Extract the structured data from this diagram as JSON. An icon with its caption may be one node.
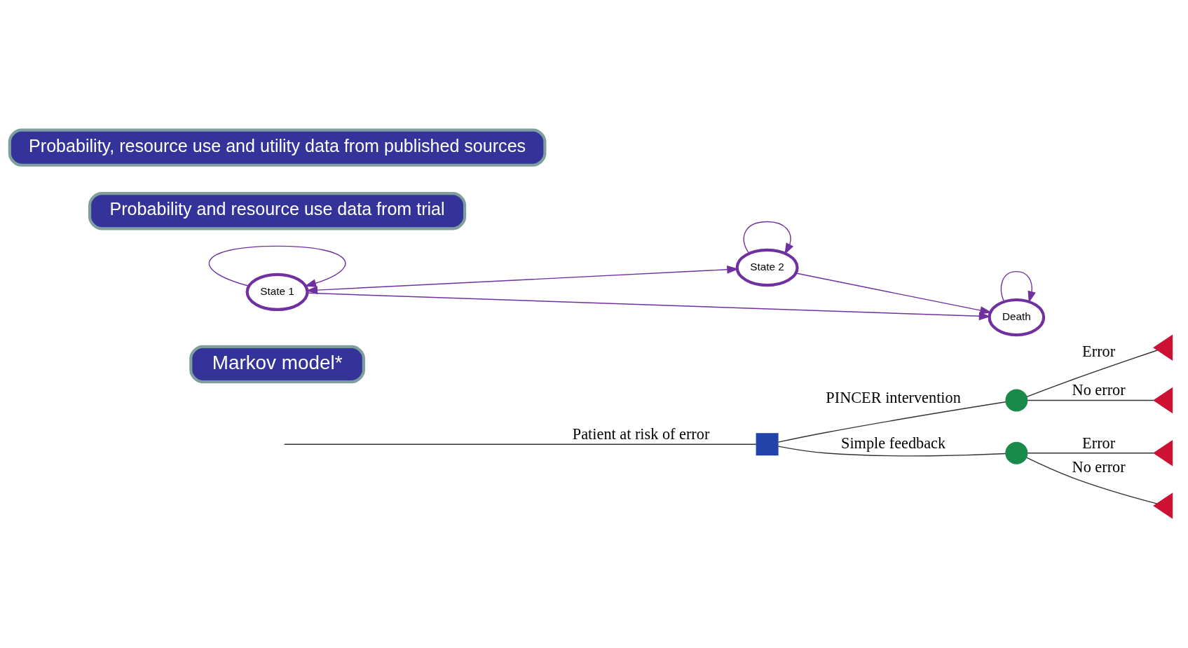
{
  "diagram": {
    "nodes": [
      {
        "text": [],
        "shape": "box"
      },
      {
        "text": [],
        "shape": "circle"
      },
      {
        "text": [],
        "shape": "circle"
      },
      {
        "text": [],
        "shape": "triangle"
      },
      {
        "text": [],
        "shape": "triangle"
      },
      {
        "text": [],
        "shape": "triangle"
      },
      {
        "text": [],
        "shape": "triangle"
      },
      {
        "text": [
          "Markov model*"
        ]
      },
      {
        "text": [
          "State 1"
        ]
      },
      {
        "text": [
          "State 2"
        ]
      },
      {
        "text": [
          "Death"
        ]
      },
      {
        "text": [
          "Probability and resource use data from trial"
        ]
      },
      {
        "text": [
          "Probability, resource use and utility data from published sources"
        ]
      }
    ],
    "edges": [
      {
        "from": null,
        "to": 0,
        "arrow": "none",
        "label": "Patient at risk of error"
      },
      {
        "from": 0,
        "to": 1,
        "arrow": "none",
        "label": "PINCER intervention"
      },
      {
        "from": 0,
        "to": 2,
        "arrow": "none",
        "label": "Simple feedback"
      },
      {
        "from": 1,
        "to": 3,
        "arrow": "none",
        "label": "Error"
      },
      {
        "from": 1,
        "to": 4,
        "arrow": "none",
        "label": "No error"
      },
      {
        "from": 2,
        "to": 5,
        "arrow": "none",
        "label": "Error"
      },
      {
        "from": 2,
        "to": 6,
        "arrow": "none",
        "label": "No error"
      },
      {
        "from": 8,
        "to": 8,
        "arrow": "to",
        "color": "#7030a0"
      },
      {
        "from": 9,
        "to": 9,
        "arrow": "to",
        "color": "#7030a0"
      },
      {
        "from": 8,
        "to": 9,
        "arrow": "both",
        "color": "#7030a0"
      },
      {
        "from": 8,
        "to": 10,
        "arrow": "to",
        "color": "#7030a0"
      },
      {
        "from": 9,
        "to": 10,
        "arrow": "to",
        "color": "#7030a0"
      },
      {
        "from": 10,
        "to": 10,
        "arrow": "to",
        "color": "#7030a0"
      }
    ]
  }
}
